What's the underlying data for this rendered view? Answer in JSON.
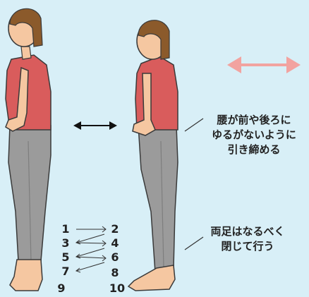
{
  "colors": {
    "background": "#d8eff7",
    "shirt": "#d95c5c",
    "pants": "#9b9b9b",
    "skin": "#f5c7a1",
    "hair": "#8b5a2b",
    "double_arrow_pink": "#f2a3a0",
    "text": "#222222"
  },
  "captions": {
    "waist_line1": "腰が前や後ろに",
    "waist_line2": "ゆるがないように",
    "waist_line3": "引き締める",
    "feet_line1": "両足はなるべく",
    "feet_line2": "閉じて行う"
  },
  "count_labels": [
    "1",
    "2",
    "3",
    "4",
    "5",
    "6",
    "7",
    "8",
    "9",
    "10"
  ]
}
